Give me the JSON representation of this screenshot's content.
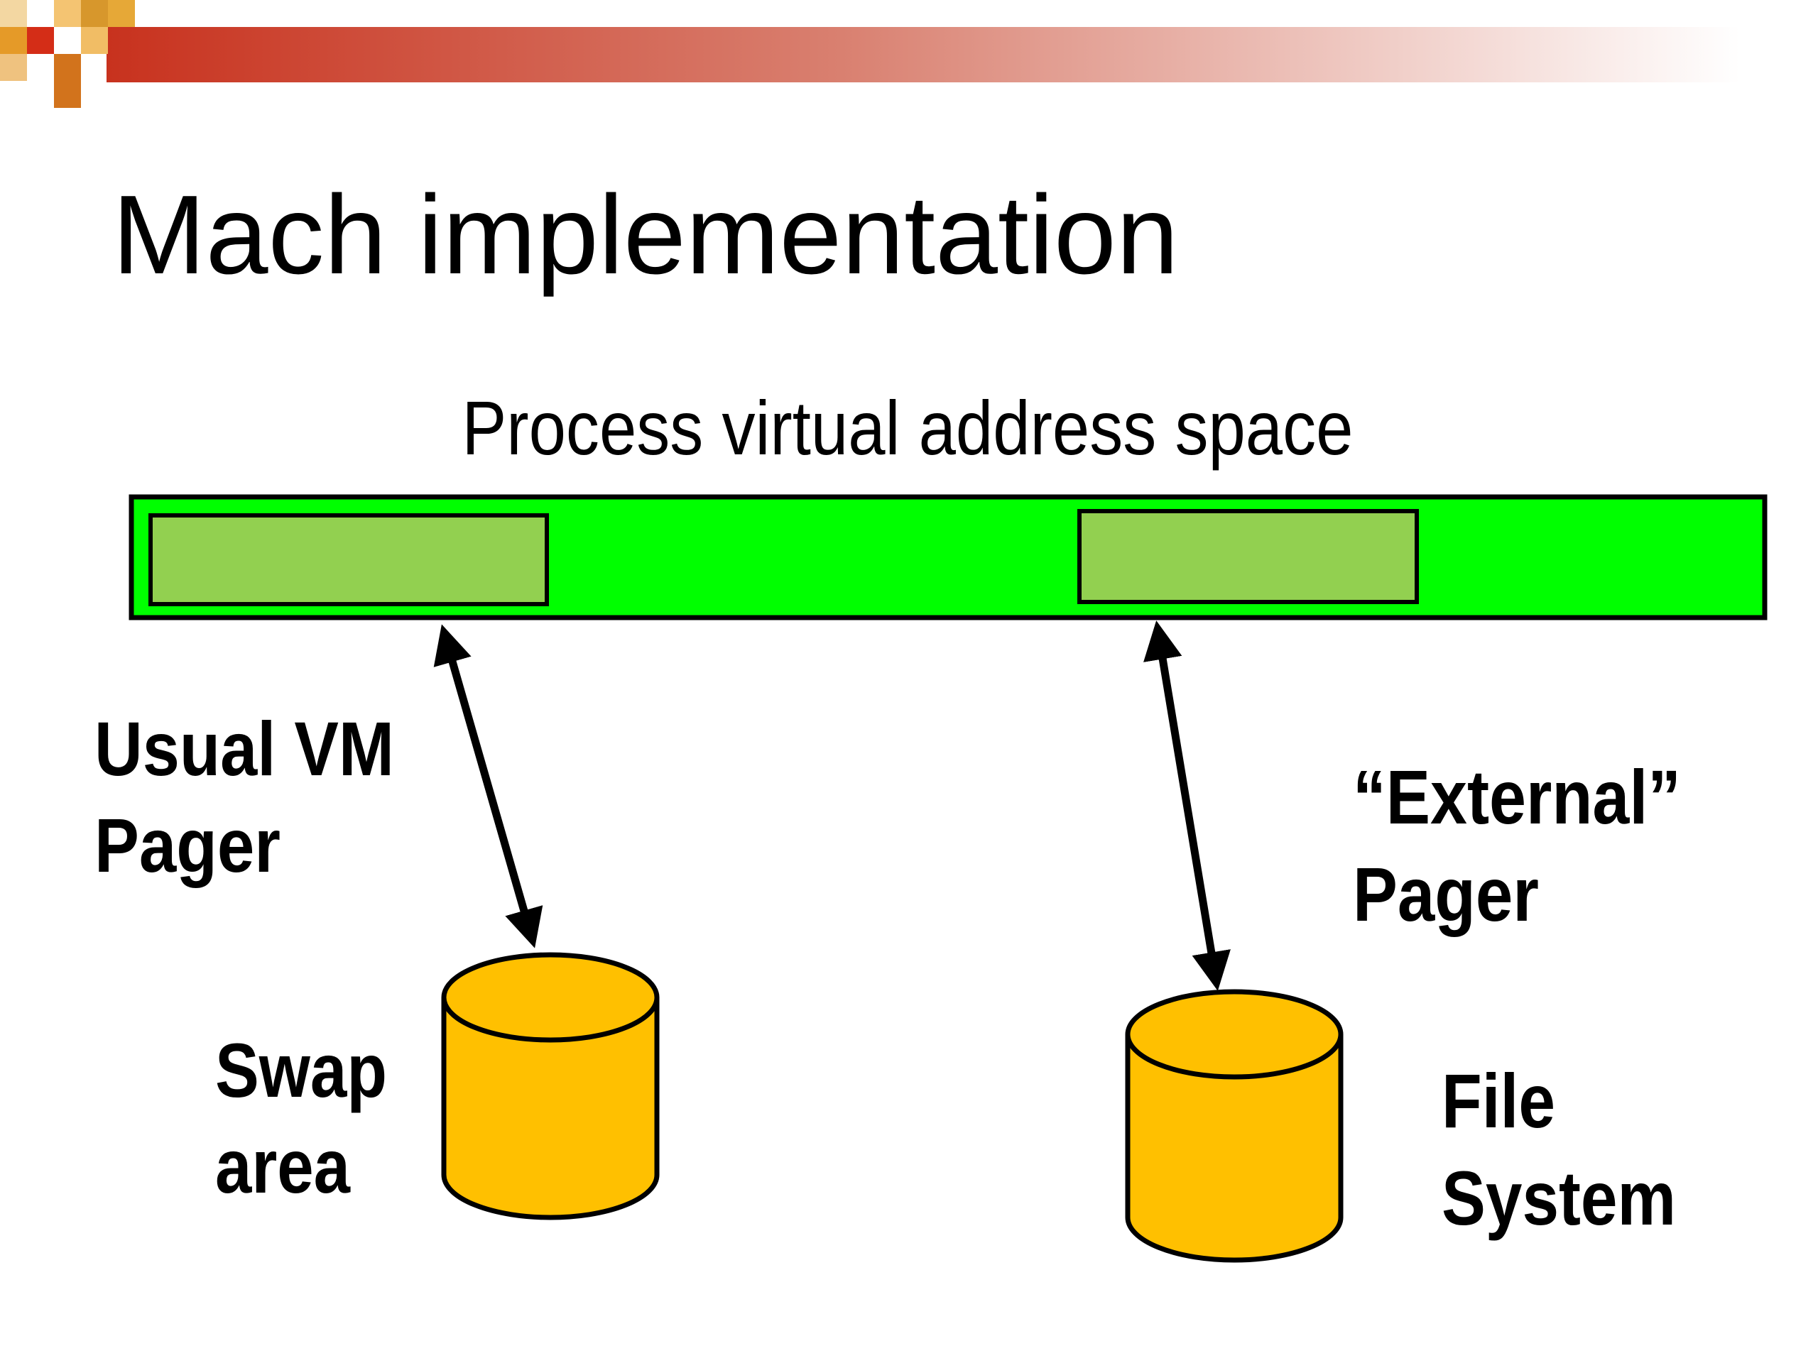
{
  "slide": {
    "title": "Mach implementation",
    "address_space_label": "Process virtual address space"
  },
  "labels": {
    "usual_pager": [
      "Usual VM",
      "Pager"
    ],
    "external_pager": [
      "“External”",
      "Pager"
    ],
    "swap_area": [
      "Swap",
      "area"
    ],
    "file_system": [
      "File",
      "System"
    ]
  },
  "colors": {
    "address_bar": "#00ff00",
    "region": "#92d050",
    "disk": "#ffc000",
    "outline": "#000000",
    "header_accent": "#cc3322"
  }
}
